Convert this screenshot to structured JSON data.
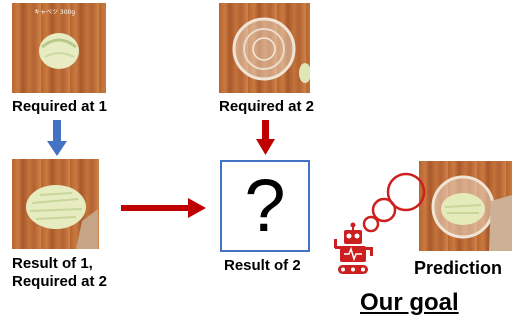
{
  "labels": {
    "required_at_1": "Required at 1",
    "required_at_2": "Required at 2",
    "result_of_1_line1": "Result of 1,",
    "result_of_1_line2": "Required at 2",
    "result_of_2": "Result of 2",
    "prediction": "Prediction",
    "our_goal": "Our goal",
    "question_mark": "?",
    "photo_caption": "キャベツ 300g"
  },
  "colors": {
    "blue_arrow": "#4472c4",
    "red_arrow": "#c00000",
    "robot": "#cc1f1f"
  },
  "icons": [
    "robot-icon",
    "thought-bubble-icon"
  ]
}
